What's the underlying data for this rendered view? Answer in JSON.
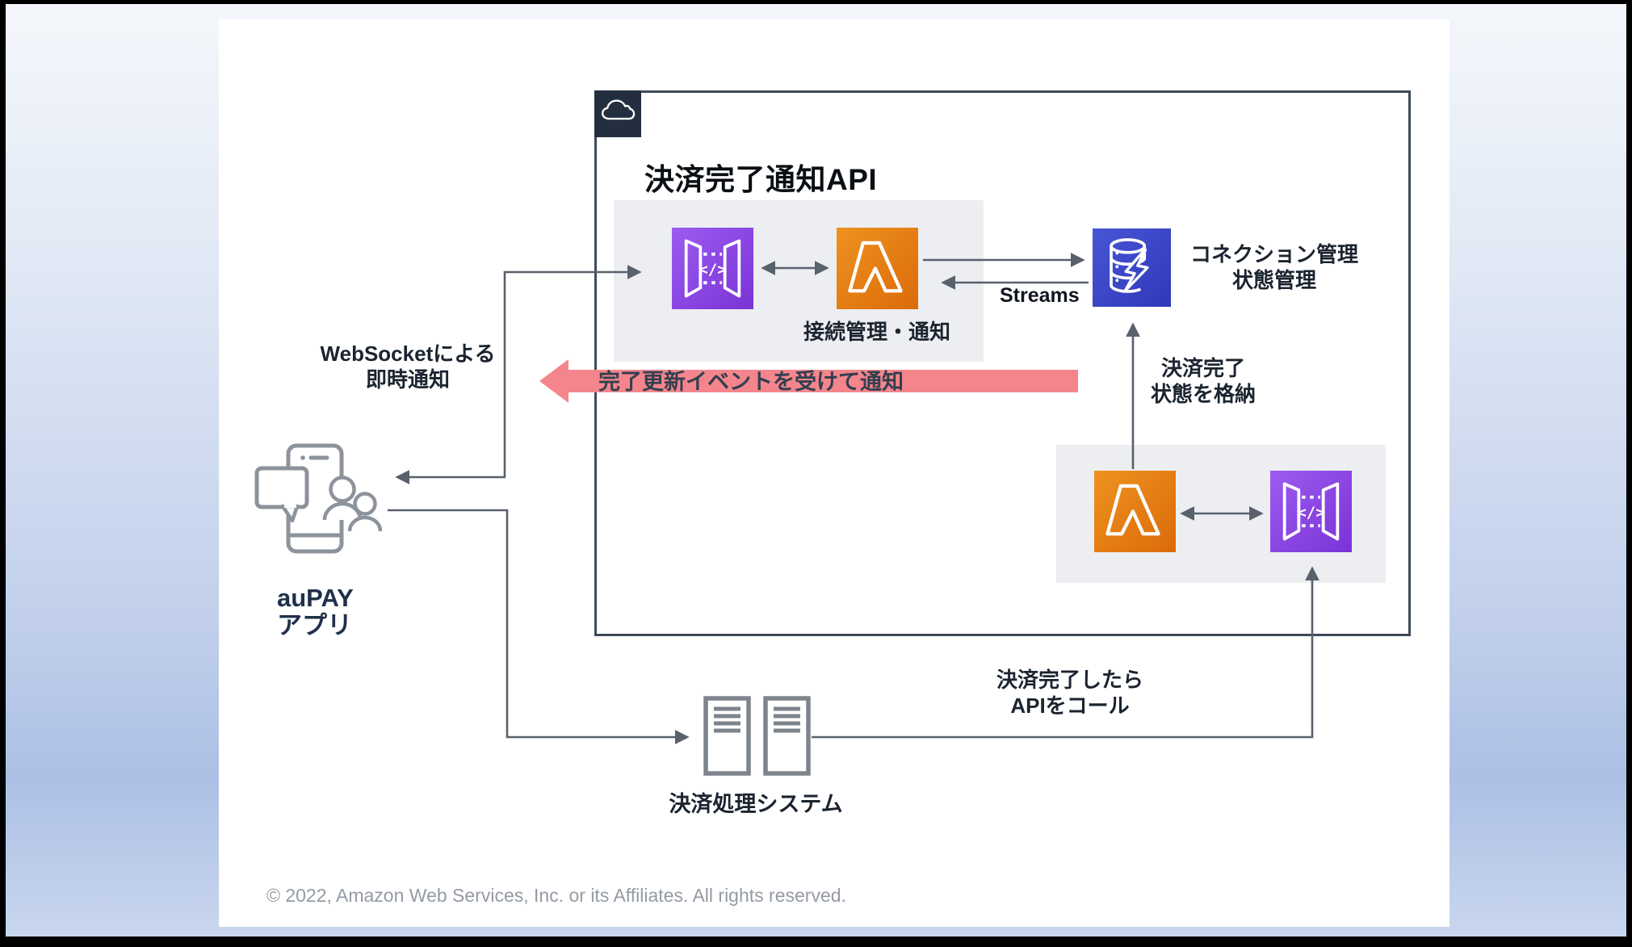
{
  "slide": {
    "cloud_box": {
      "title": "決済完了通知API"
    },
    "nodes": {
      "api_gateway_1": {
        "glyph": "</>"
      },
      "api_gateway_2": {
        "glyph": "</>"
      },
      "lambda_1": {
        "label": "接続管理・通知"
      },
      "dynamodb": {
        "label_line1": "コネクション管理",
        "label_line2": "状態管理"
      },
      "app": {
        "label_line1": "auPAY",
        "label_line2": "アプリ"
      },
      "payment_system": {
        "label": "決済処理システム"
      }
    },
    "annotations": {
      "websocket_line1": "WebSocketによる",
      "websocket_line2": "即時通知",
      "red_arrow_text": "完了更新イベントを受けて通知",
      "streams": "Streams",
      "store_line1": "決済完了",
      "store_line2": "状態を格納",
      "api_call_line1": "決済完了したら",
      "api_call_line2": "APIをコール"
    },
    "footer": "© 2022, Amazon Web Services, Inc. or its Affiliates. All rights reserved."
  },
  "icons": {
    "cloud_badge": "aws-cloud",
    "api_gateway": "api-gateway",
    "lambda": "lambda",
    "dynamodb": "dynamodb-streams",
    "app": "mobile-chat-users",
    "payment_system": "server-towers"
  },
  "colors": {
    "frame": "#000000",
    "slide": "#FFFFFF",
    "background_gradient_top": "#F4F7FB",
    "background_gradient_mid": "#C2D0EB",
    "background_gradient_bottom": "#C9D6EE",
    "cloud_border": "#3E4A59",
    "cloud_badge": "#232F3E",
    "group_box": "#EDEEF1",
    "connector": "#59616D",
    "red_arrow": "#F4858C",
    "api_gateway_gradient": [
      "#9D5BEF",
      "#7A33D6"
    ],
    "lambda_gradient": [
      "#EE9220",
      "#DB6B09"
    ],
    "dynamodb_gradient": [
      "#4756D6",
      "#3038B8"
    ],
    "text_dark": "#1B2430",
    "footer_text": "#949BA4"
  }
}
